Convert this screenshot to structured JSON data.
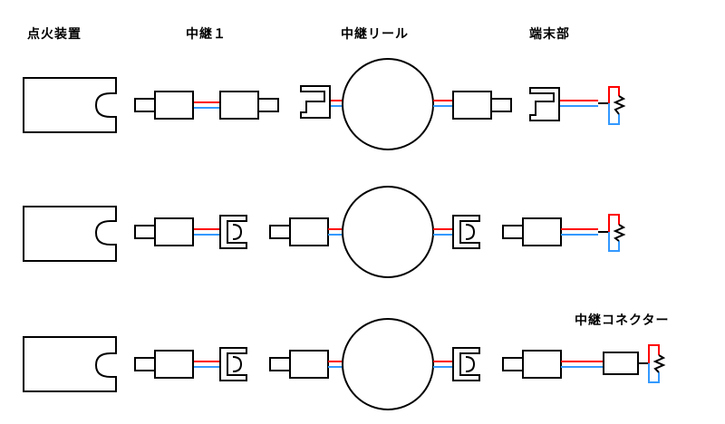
{
  "labels": {
    "igniter": "点火装置",
    "relay1": "中継１",
    "relay_reel": "中継リール",
    "terminal": "端末部",
    "relay_connector": "中継コネクター"
  },
  "colors": {
    "outline": "#000000",
    "wire_red": "#ff0000",
    "wire_blue": "#3399ff",
    "background": "#ffffff"
  }
}
